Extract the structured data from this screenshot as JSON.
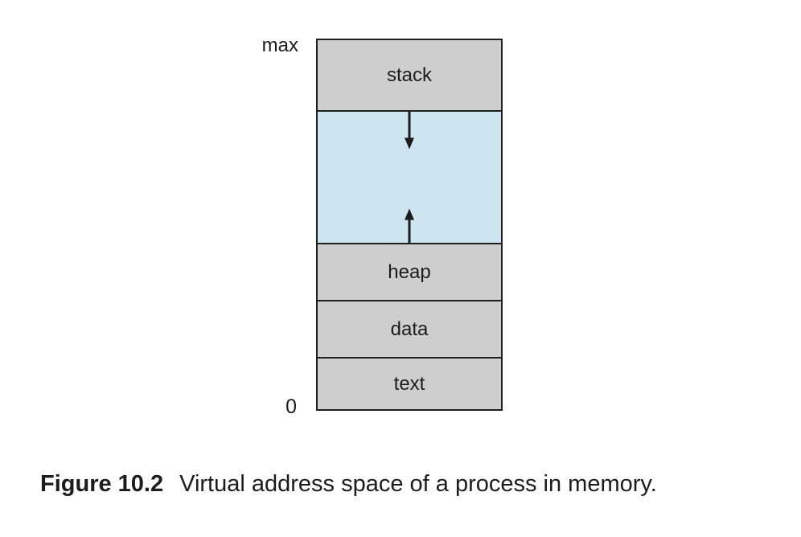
{
  "figure": {
    "address_labels": {
      "max": "max",
      "zero": "0"
    },
    "sections": [
      {
        "id": "stack",
        "label": "stack"
      },
      {
        "id": "growth-gap",
        "label": ""
      },
      {
        "id": "heap",
        "label": "heap"
      },
      {
        "id": "data",
        "label": "data"
      },
      {
        "id": "text",
        "label": "text"
      }
    ],
    "icons": {
      "stack_growth": "arrow-down-icon",
      "heap_growth": "arrow-up-icon"
    },
    "colors": {
      "section_fill": "#cecece",
      "gap_fill": "#cde5f0",
      "border": "#1f1f1f",
      "page_bg": "#ffffff",
      "ink": "#1c1c1c"
    },
    "caption": {
      "number": "Figure 10.2",
      "text": "Virtual address space of a process in memory."
    }
  }
}
